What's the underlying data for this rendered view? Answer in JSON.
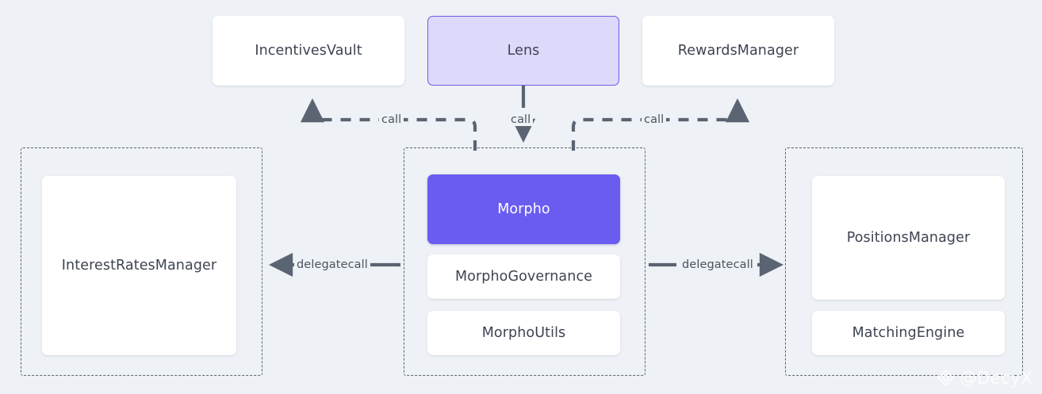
{
  "diagram": {
    "type": "architecture-flow",
    "background_color": "#eef1f5",
    "accent_color": "#6b5cf0",
    "outline_color": "#6c5ce8",
    "edge_color": "#5b6472",
    "nodes": [
      {
        "id": "incentives-vault",
        "label": "IncentivesVault",
        "style": "plain"
      },
      {
        "id": "lens",
        "label": "Lens",
        "style": "outlined"
      },
      {
        "id": "rewards-manager",
        "label": "RewardsManager",
        "style": "plain"
      },
      {
        "id": "interest-rates-manager",
        "label": "InterestRatesManager",
        "style": "plain"
      },
      {
        "id": "morpho",
        "label": "Morpho",
        "style": "accent"
      },
      {
        "id": "morpho-governance",
        "label": "MorphoGovernance",
        "style": "plain"
      },
      {
        "id": "morpho-utils",
        "label": "MorphoUtils",
        "style": "plain"
      },
      {
        "id": "positions-manager",
        "label": "PositionsManager",
        "style": "plain"
      },
      {
        "id": "matching-engine",
        "label": "MatchingEngine",
        "style": "plain"
      }
    ],
    "edges": [
      {
        "id": "edge-call-left",
        "label": "call",
        "from": "morpho-group",
        "to": "incentives-vault",
        "style": "dashed",
        "direction": "up-left"
      },
      {
        "id": "edge-call-center",
        "label": "call",
        "from": "lens",
        "to": "morpho-group",
        "style": "solid",
        "direction": "down"
      },
      {
        "id": "edge-call-right",
        "label": "call",
        "from": "morpho-group",
        "to": "rewards-manager",
        "style": "dashed",
        "direction": "up-right"
      },
      {
        "id": "edge-delegatecall-left",
        "label": "delegatecall",
        "from": "morpho-group",
        "to": "interest-rates-group",
        "style": "solid",
        "direction": "left"
      },
      {
        "id": "edge-delegatecall-right",
        "label": "delegatecall",
        "from": "morpho-group",
        "to": "positions-group",
        "style": "solid",
        "direction": "right"
      }
    ],
    "groups": [
      {
        "id": "interest-rates-group",
        "style": "dashed"
      },
      {
        "id": "morpho-group",
        "style": "dashed"
      },
      {
        "id": "positions-group",
        "style": "dashed"
      }
    ]
  },
  "watermark": {
    "handle": "@DecyX",
    "logo": "diamond-logo"
  }
}
